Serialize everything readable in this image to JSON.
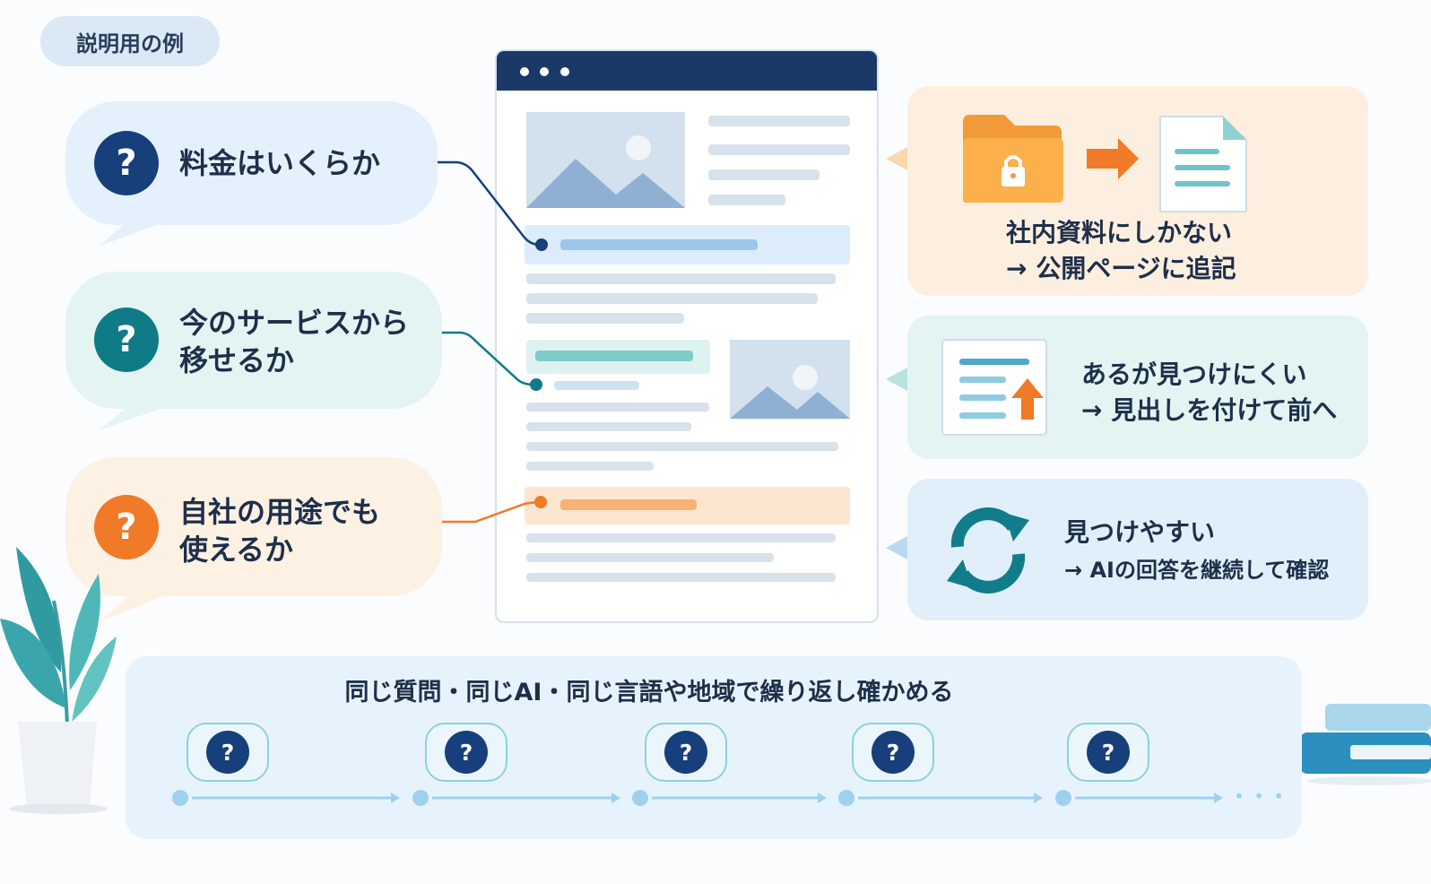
{
  "tag": "説明用の例",
  "questions": [
    {
      "text": "料金はいくらか",
      "icon": "?"
    },
    {
      "text": "今のサービスから\n移せるか",
      "icon": "?"
    },
    {
      "text": "自社の用途でも\n使えるか",
      "icon": "?"
    }
  ],
  "panels": [
    {
      "line1": "社内資料にしかない",
      "line2": "→ 公開ページに追記",
      "icon": "locked-folder-to-document-icon"
    },
    {
      "line1": "あるが見つけにくい",
      "line2": "→ 見出しを付けて前へ",
      "icon": "heading-move-up-icon"
    },
    {
      "line1": "見つけやすい",
      "line2": "→ AIの回答を継続して確認",
      "icon": "refresh-cycle-icon"
    }
  ],
  "timeline": {
    "title": "同じ質問・同じAI・同じ言語や地域で繰り返し確かめる",
    "question_glyph": "?",
    "ellipsis": "• • •"
  },
  "colors": {
    "navy": "#163f7c",
    "teal": "#0f7b86",
    "orange": "#f07a28",
    "browser_header": "#1b3967"
  }
}
